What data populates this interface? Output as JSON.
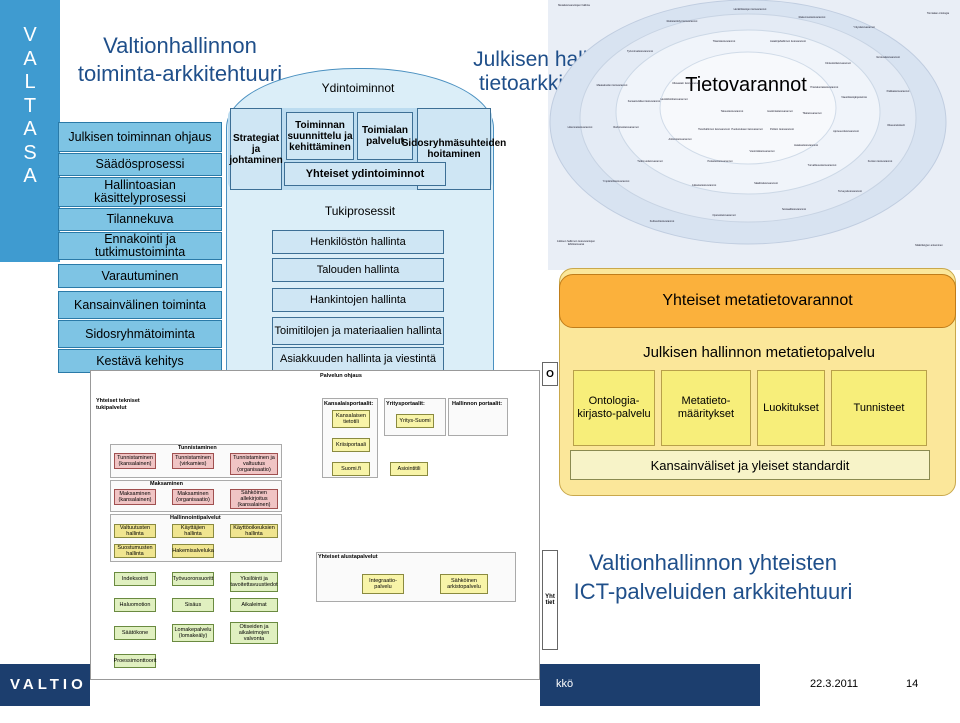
{
  "colors": {
    "left_band": "#3f9bd0",
    "box_blue": "#7ec4e4",
    "arch_fill": "#dbeef8",
    "ontology_bg": "#fbe79a",
    "metadata_bar": "#fbb13c",
    "metadata_box": "#f7ee7a",
    "footer": "#1c3e6e"
  },
  "left": {
    "valtasa_letters": [
      "V",
      "A",
      "L",
      "T",
      "A",
      "S",
      "A"
    ],
    "title": "Valtionhallinnon toiminta-arkkitehtuuri",
    "ohjaus_items": [
      "Julkisen toiminnan ohjaus",
      "Säädösprosessi",
      "Hallintoasian käsittelyprosessi",
      "Tilannekuva",
      "Ennakointi ja tutkimustoiminta",
      "Varautuminen",
      "Kansainvälinen toiminta",
      "Sidosryhmätoiminta",
      "Kestävä kehitys"
    ],
    "strategi": "Strategiat ja johtaminen",
    "ydin_title": "Ydintoiminnot",
    "ydin": [
      "Toiminnan suunnittelu ja kehittäminen",
      "Toimialan palvelut"
    ],
    "sidosryhma": "Sidosryhmäsuhteiden hoitaminen",
    "yhteiset_ydin": "Yhteiset ydintoiminnot",
    "tuki_title": "Tukiprosessit",
    "tuki": [
      "Henkilöstön hallinta",
      "Talouden hallinta",
      "Hankintojen hallinta",
      "Toimitilojen ja materiaalien hallinta",
      "Asiakkuuden hallinta ja viestintä"
    ]
  },
  "overlay": {
    "ohjaus_label": "Palvelun ohjaus",
    "tuki_title": "Yhteiset tekniset tukipalvelut",
    "portals": [
      "Kansalaisportaalit:",
      "Yritysportaalit:",
      "Hallinnon portaalit:"
    ],
    "portal_items": [
      "Kansalaisen tietotili",
      "Yritys-Suomi",
      "Kriisiportaali",
      "Suomi.fi",
      "Asiointitili"
    ],
    "tunnistaminen_title": "Tunnistaminen",
    "tunnistaminen": [
      "Tunnistaminen (kansalainen)",
      "Tunnistaminen (virkamies)",
      "Tunnistaminen ja valtuutus (organisaatio)"
    ],
    "maksaminen_title": "Maksaminen",
    "maksaminen": [
      "Maksaminen (kansalainen)",
      "Maksaminen (organisaatio)",
      "Sähköinen allekirjoitus (kansalainen)"
    ],
    "hallinnointi_title": "Hallinnointipalvelut",
    "hallinnointi": [
      "Valtuutusten hallinta",
      "Käyttäjien hallinta",
      "Käyttöoikeuksien hallinta",
      "Suostumusten hallinta",
      "Hakemisalveluka"
    ],
    "misc": [
      "Indeksointi",
      "Työvuoronsuoritt",
      "Yksilöinti ja tavoitettavuustiedot",
      "Haluomotion",
      "Sisäus",
      "Aikaleimat",
      "Säätökone",
      "Lomakepalvelu (lomakeäly)",
      "Otiseiden ja aikaleimojen valvonta",
      "Proessimonttoorit"
    ],
    "alusta_title": "Yhteiset alustapalvelut",
    "alusta": [
      "Integraatio-palvelu",
      "Sähköinen arkistopalvelu"
    ],
    "cut_o": "O",
    "cut_y": "Yht tiet"
  },
  "right": {
    "title": "Julkisen hallinnon tietoarkkitehtuuri",
    "tietovarannot": "Tietovarannot",
    "top_left_label": "Metatietovarantojen hallinta",
    "top_right_label": "Toimialan ontologia",
    "bottom_left_label": "Julkisen hallinnon tietovarantojen lähtötietovarat",
    "bottom_right_label": "Määrittelyjen antaminen",
    "ring_labels": [
      "Rekisteröidyt tietovarannot",
      "Henkilötietojen tietovarannot",
      "Rakennustietovarannot",
      "Yritystietovarannot",
      "Verotustietovarannot",
      "Paikkatietovarannot",
      "Oikeusrekisterit",
      "Kuntien tietovarannot",
      "Terveystietovarannot",
      "Sosiaalitietovarannot",
      "Opetustietovarannot",
      "Kulttuuritietovarannot",
      "Ympäristötietovarannot",
      "Liikennetietovarannot",
      "Maatalouden tietovarannot",
      "Työvoimatietovarannot",
      "Tilastotietovarannot",
      "Asiakirjahallinnon tietovarannot",
      "Kiinteistötietovarannot",
      "Väestötietojärjestelmä",
      "Ajoneuvotietovarannot",
      "Turvallisuustietovarannot",
      "Säädöstietovarannot",
      "Julkaisutietovarannot",
      "Tutkimustietovarannot",
      "Rahoitustietovarannot",
      "Kansainväliset tietovarannot",
      "Henkilöstötietovarannot",
      "Taloustietovarannot",
      "Hankintatietovarannot",
      "Tilatietovarannot",
      "Asiakastietovarannot",
      "Viestintätietovarannot",
      "Tietohallinnon tietovarannot",
      "Arkistotietovarannot",
      "Pelastustietovarannot",
      "Poliisin tietovarannot",
      "Puolustuksen tietovarannot",
      "Ulkoasiain tietovarannot",
      "Yhteiskuntatietovarannot"
    ],
    "metatietovarannot": "Yhteiset metatietovarannot",
    "metatietopalvelu": "Julkisen hallinnon metatietopalvelu",
    "metapalvelu_boxes": [
      "Ontologia-kirjasto-palvelu",
      "Metatieto-määritykset",
      "Luokitukset",
      "Tunnisteet"
    ],
    "standardit": "Kansainväliset ja yleiset standardit",
    "ict_title": "Valtionhallinnon yhteisten ICT-palveluiden arkkitehtuuri"
  },
  "footer": {
    "logo": "VALTIO",
    "name_fragment": "kkö",
    "date": "22.3.2011",
    "page": "14"
  }
}
